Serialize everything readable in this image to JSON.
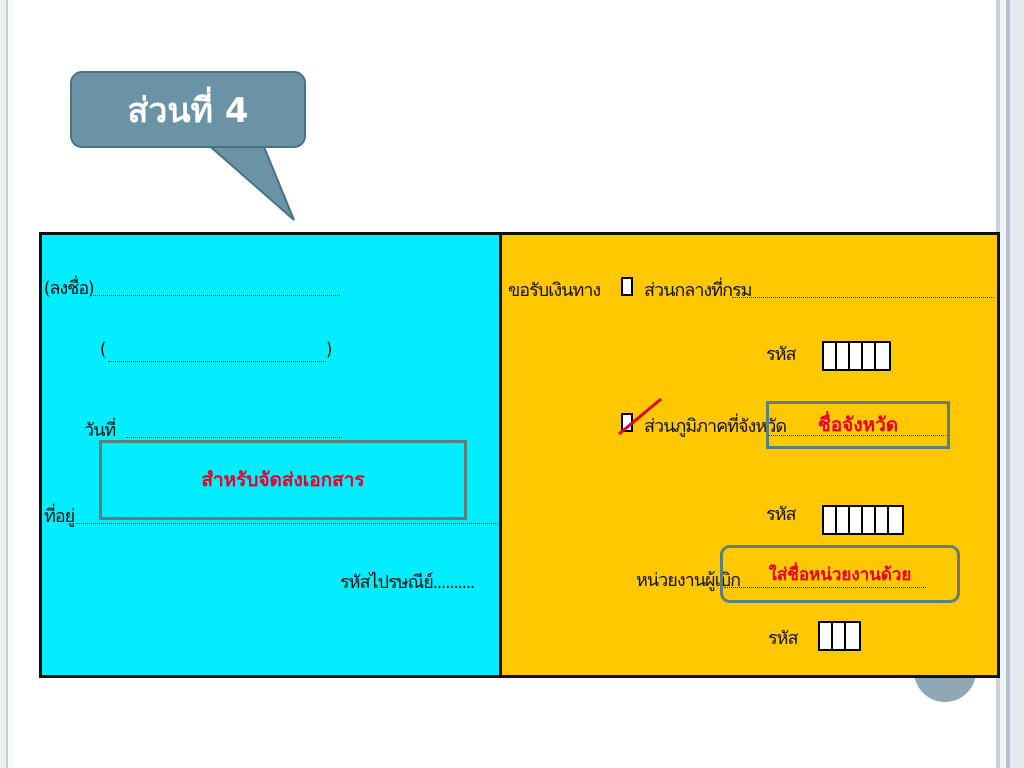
{
  "callout": {
    "title": "ส่วนที่ 4"
  },
  "left_panel": {
    "signature_label": "(ลงชื่อ)",
    "name_open": "(",
    "name_close": ")",
    "date_label": "วันที่",
    "address_label": "ที่อยู่",
    "postal_label": "รหัสไปรษณีย์..........",
    "overlay_label": "สำหรับจัดส่งเอกสาร"
  },
  "right_panel": {
    "receive_via_label": "ขอรับเงินทาง",
    "option_central": "ส่วนกลางที่กรม",
    "code_label_1": "รหัส",
    "option_regional": "ส่วนภูมิภาคที่จังหวัด",
    "province_overlay": "ชื่อจังหวัด",
    "code_label_2": "รหัส",
    "disbursing_unit_label": "หน่วยงานผู้เบิก",
    "unit_overlay": "ใส่ชื่อหน่วยงานด้วย",
    "code_label_3": "รหัส"
  },
  "colors": {
    "left_bg": "#00eeff",
    "right_bg": "#ffc800",
    "callout_bg": "#6b93a6",
    "overlay_text": "#e4002b"
  }
}
